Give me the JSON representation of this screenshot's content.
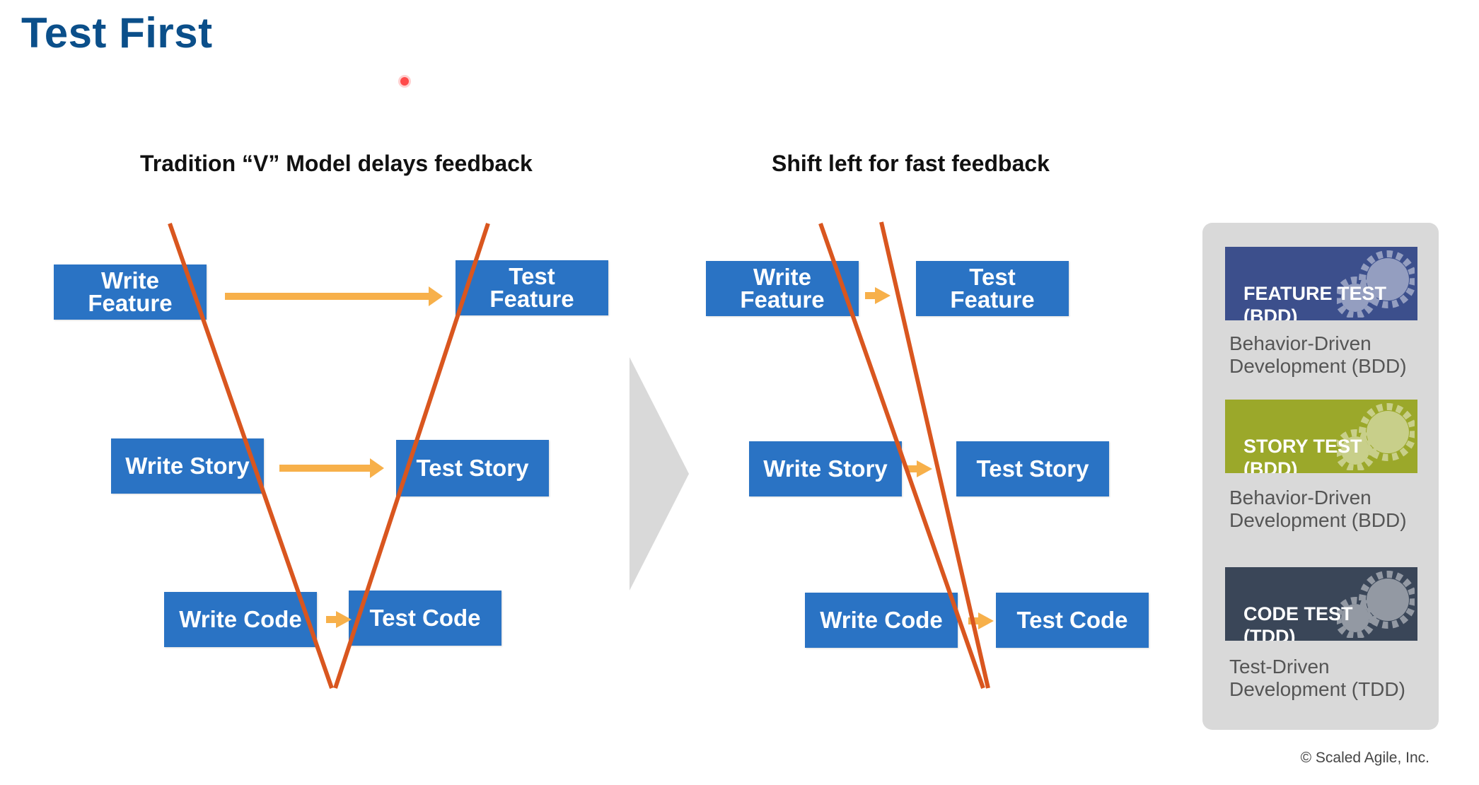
{
  "title": "Test First",
  "left_section": {
    "heading": "Tradition “V” Model delays feedback",
    "boxes": {
      "write_feature": "Write\nFeature",
      "test_feature": "Test\nFeature",
      "write_story": "Write Story",
      "test_story": "Test Story",
      "write_code": "Write Code",
      "test_code": "Test Code"
    }
  },
  "right_section": {
    "heading": "Shift left for fast feedback",
    "boxes": {
      "write_feature": "Write\nFeature",
      "test_feature": "Test\nFeature",
      "write_story": "Write Story",
      "test_story": "Test Story",
      "write_code": "Write Code",
      "test_code": "Test Code"
    }
  },
  "legend": {
    "items": [
      {
        "label": "FEATURE TEST\n(BDD)",
        "description": "Behavior-Driven\nDevelopment (BDD)",
        "color": "#3c4f8c"
      },
      {
        "label": "STORY TEST\n(BDD)",
        "description": "Behavior-Driven\nDevelopment (BDD)",
        "color": "#9ba82a"
      },
      {
        "label": "CODE TEST\n(TDD)",
        "description": "Test-Driven\nDevelopment (TDD)",
        "color": "#3a4658"
      }
    ]
  },
  "colors": {
    "box_blue": "#2a73c4",
    "v_line_orange": "#d9561f",
    "arrow_orange": "#f7b04a",
    "title_blue": "#0b4f8a"
  },
  "icons": [
    "gears-icon",
    "chevron-right-icon"
  ],
  "copyright": "© Scaled Agile, Inc."
}
